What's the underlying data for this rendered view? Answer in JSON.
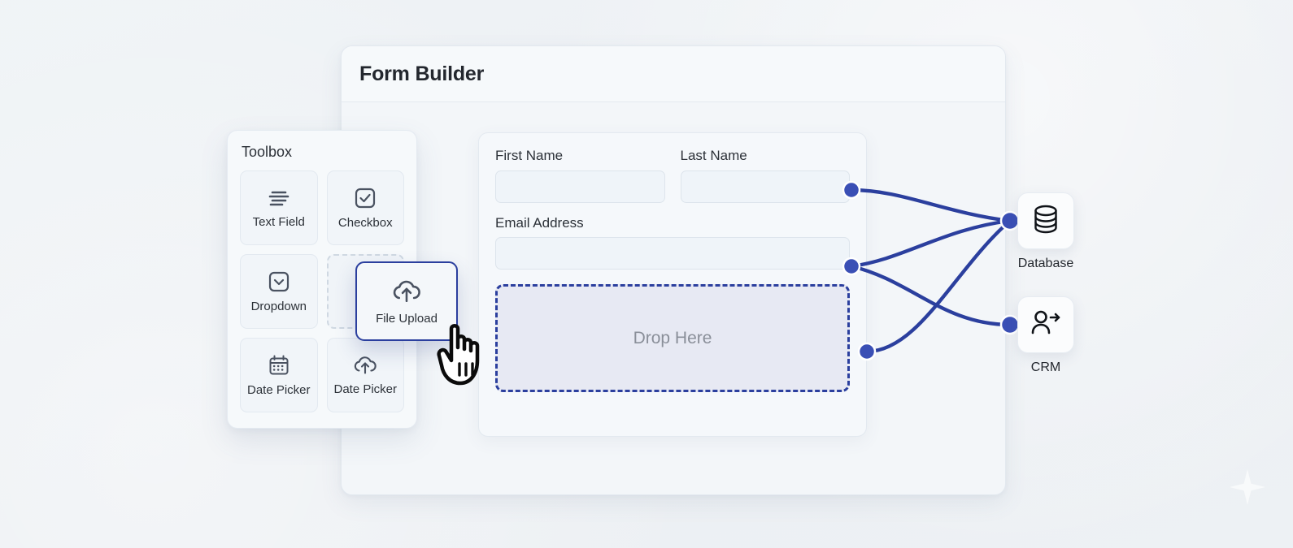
{
  "theme": {
    "page_background": "#eef2f5",
    "accent_blue": "#2b3f9e",
    "node_dot": "#3a4fb5",
    "panel_background": "#f3f6f9",
    "text_primary": "#23272e",
    "text_muted": "#8a8f99",
    "input_border": "#dde4ec",
    "dropzone_fill": "#e7e9f3"
  },
  "builder": {
    "title": "Form Builder"
  },
  "toolbox": {
    "title": "Toolbox",
    "items": [
      {
        "label": "Text Field",
        "icon": "text-lines-icon",
        "state": "normal"
      },
      {
        "label": "Checkbox",
        "icon": "checkbox-icon",
        "state": "normal"
      },
      {
        "label": "Dropdown",
        "icon": "chevron-down-box-icon",
        "state": "normal"
      },
      {
        "label": "",
        "icon": "",
        "state": "empty"
      },
      {
        "label": "Date Picker",
        "icon": "calendar-icon",
        "state": "normal"
      },
      {
        "label": "Date Picker",
        "icon": "cloud-upload-icon",
        "state": "normal"
      }
    ]
  },
  "drag": {
    "label": "File Upload",
    "icon": "cloud-upload-icon",
    "cursor": "pointing-hand-cursor"
  },
  "form": {
    "fields": [
      {
        "label": "First Name",
        "value": "",
        "placeholder": ""
      },
      {
        "label": "Last Name",
        "value": "",
        "placeholder": ""
      },
      {
        "label": "Email Address",
        "value": "",
        "placeholder": ""
      }
    ],
    "dropzone": {
      "label": "Drop Here"
    }
  },
  "nodes": [
    {
      "label": "Database",
      "icon": "database-cylinder-icon"
    },
    {
      "label": "CRM",
      "icon": "person-arrow-icon"
    }
  ]
}
